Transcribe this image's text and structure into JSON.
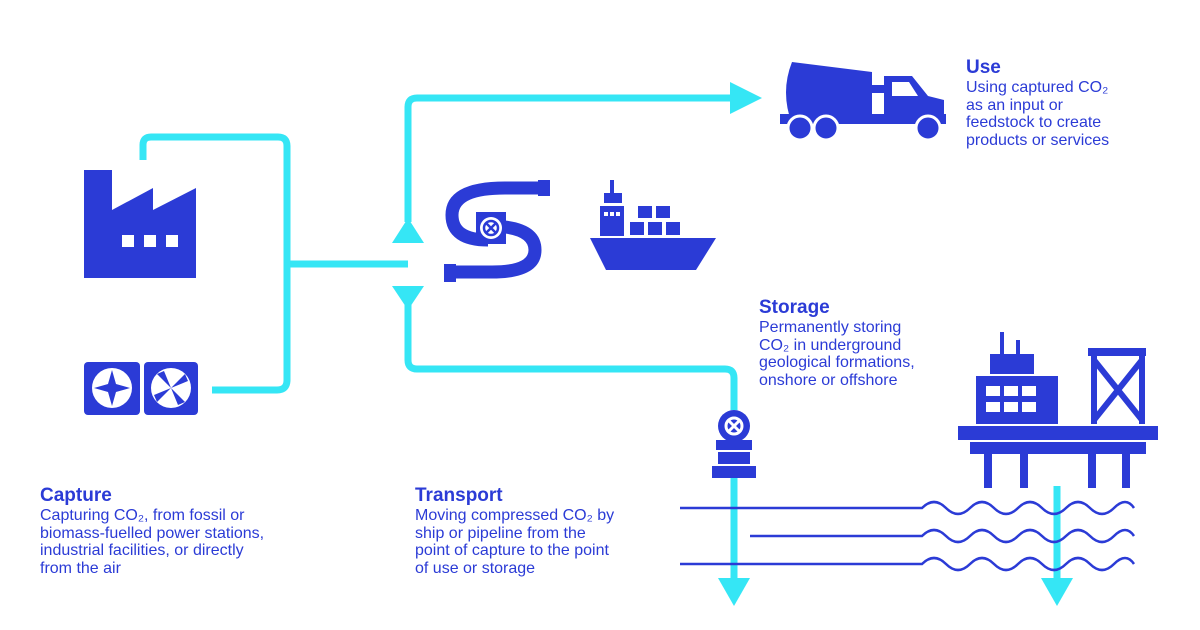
{
  "colors": {
    "primary": "#2b3bd6",
    "flow": "#35e6f5",
    "background": "#ffffff"
  },
  "icons": [
    "factory-icon",
    "direct-air-capture-fans-icon",
    "pipeline-valve-icon",
    "container-ship-icon",
    "cement-mixer-truck-icon",
    "wellhead-valve-icon",
    "offshore-platform-icon",
    "wave-lines-icon"
  ],
  "labels": {
    "capture": {
      "title": "Capture",
      "body": "Capturing CO₂, from fossil or\nbiomass-fuelled power stations,\nindustrial facilities, or directly\nfrom the air"
    },
    "transport": {
      "title": "Transport",
      "body": "Moving compressed CO₂ by\nship or pipeline from the\npoint of capture to the point\nof use or storage"
    },
    "use": {
      "title": "Use",
      "body": "Using captured CO₂\nas an input or\nfeedstock to create\nproducts or services"
    },
    "storage": {
      "title": "Storage",
      "body": "Permanently storing\nCO₂ in underground\ngeological formations,\nonshore or offshore"
    }
  }
}
